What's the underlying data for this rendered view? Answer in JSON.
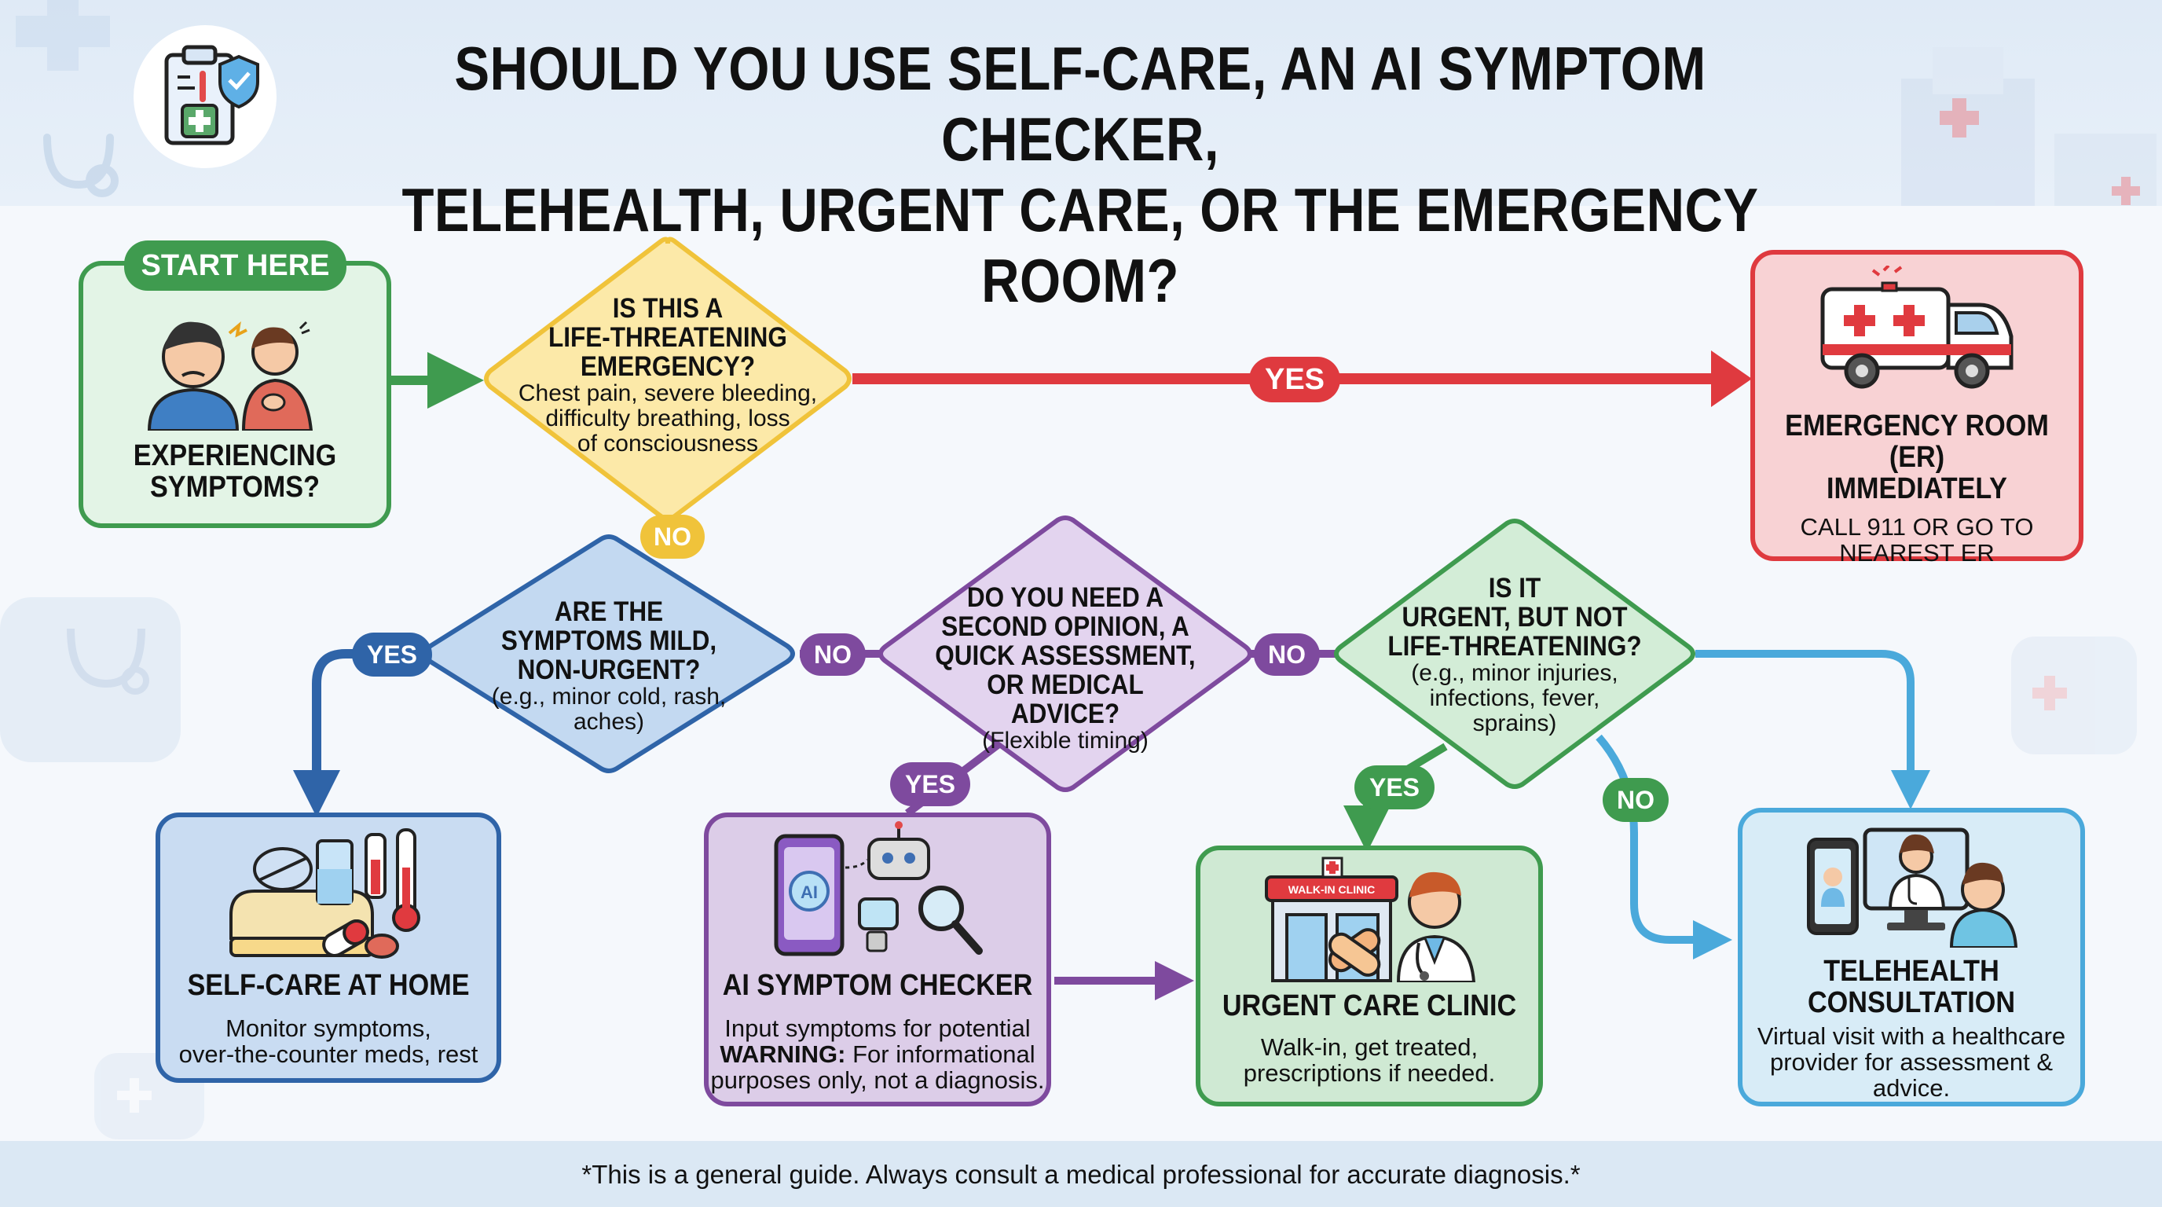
{
  "header": {
    "title_line1": "SHOULD YOU USE SELF-CARE, AN AI SYMPTOM CHECKER,",
    "title_line2": "TELEHEALTH, URGENT CARE, OR THE EMERGENCY ROOM?"
  },
  "start": {
    "badge": "START HERE",
    "label_line1": "EXPERIENCING",
    "label_line2": "SYMPTOMS?"
  },
  "q_emergency": {
    "title_line1": "IS THIS A",
    "title_line2": "LIFE-THREATENING",
    "title_line3": "EMERGENCY?",
    "detail_line1": "Chest pain, severe bleeding,",
    "detail_line2": "difficulty breathing, loss",
    "detail_line3": "of consciousness"
  },
  "q_mild": {
    "title_line1": "ARE THE",
    "title_line2": "SYMPTOMS MILD,",
    "title_line3": "NON-URGENT?",
    "detail_line1": "(e.g., minor cold, rash,",
    "detail_line2": "aches)"
  },
  "q_opinion": {
    "title_line1": "DO YOU NEED A",
    "title_line2": "SECOND OPINION, A",
    "title_line3": "QUICK ASSESSMENT,",
    "title_line4": "OR MEDICAL ADVICE?",
    "detail_line1": "(Flexible timing)"
  },
  "q_urgent": {
    "title_line1": "IS IT",
    "title_line2": "URGENT, BUT NOT",
    "title_line3": "LIFE-THREATENING?",
    "detail_line1": "(e.g., minor injuries,",
    "detail_line2": "infections, fever,",
    "detail_line3": "sprains)"
  },
  "er": {
    "title_line1": "EMERGENCY ROOM (ER)",
    "title_line2": "IMMEDIATELY",
    "detail_line1": "CALL 911 OR GO TO",
    "detail_line2": "NEAREST ER"
  },
  "selfcare": {
    "title": "SELF-CARE AT HOME",
    "detail_line1": "Monitor symptoms,",
    "detail_line2": "over-the-counter meds, rest"
  },
  "ai": {
    "title": "AI SYMPTOM CHECKER",
    "detail_line1": "Input symptoms for potential",
    "warning_label": "WARNING:",
    "warning_text": " For informational",
    "detail_line3": "purposes only, not a diagnosis.",
    "icon_text": "AI"
  },
  "urgentcare": {
    "title": "URGENT CARE CLINIC",
    "detail_line1": "Walk-in, get treated,",
    "detail_line2": "prescriptions if needed.",
    "sign": "WALK-IN CLINIC"
  },
  "telehealth": {
    "title_line1": "TELEHEALTH",
    "title_line2": "CONSULTATION",
    "detail_line1": "Virtual visit with a healthcare",
    "detail_line2": "provider for assessment &",
    "detail_line3": "advice."
  },
  "labels": {
    "yes_er": "YES",
    "no_emergency": "NO",
    "yes_selfcare": "YES",
    "no_mild": "NO",
    "yes_ai": "YES",
    "no_opinion": "NO",
    "yes_urgent": "YES",
    "no_urgent": "NO"
  },
  "footer": {
    "note": "*This is a general guide. Always consult a medical professional for accurate diagnosis.*"
  },
  "colors": {
    "green": "#3f9b4f",
    "red": "#df3a3f",
    "yellow": "#f0c33a",
    "blue": "#2f64a8",
    "purple": "#7e4a9e",
    "cyan": "#4aa9db"
  }
}
